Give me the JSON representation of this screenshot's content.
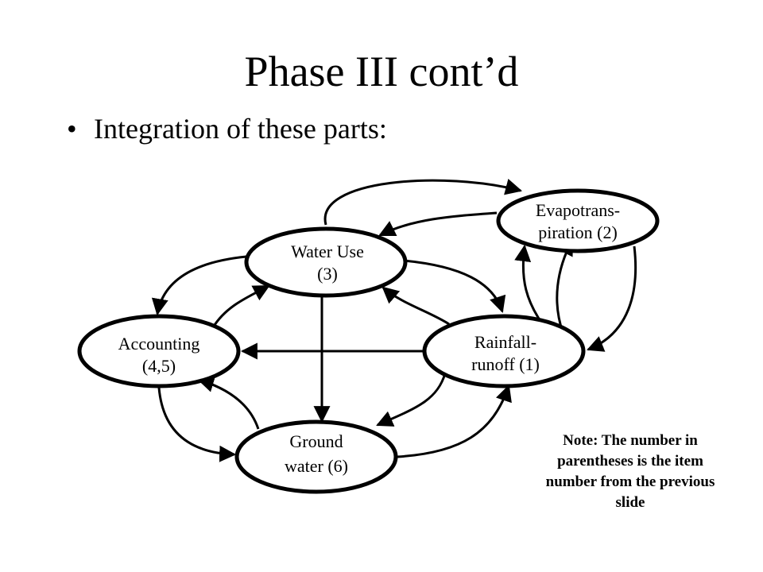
{
  "slide": {
    "title": "Phase III cont’d",
    "bullet_marker": "•",
    "bullet_text": "Integration of these parts:"
  },
  "diagram": {
    "nodes": {
      "water_use": {
        "line1": "Water Use",
        "line2": "(3)"
      },
      "evapotranspiration": {
        "line1": "Evapotrans-",
        "line2": "piration (2)"
      },
      "accounting": {
        "line1": "Accounting",
        "line2": "(4,5)"
      },
      "rainfall_runoff": {
        "line1": "Rainfall-",
        "line2": "runoff (1)"
      },
      "ground_water": {
        "line1": "Ground",
        "line2": "water (6)"
      }
    }
  },
  "note": {
    "text": "Note: The number in parentheses is the item number from the previous slide"
  }
}
